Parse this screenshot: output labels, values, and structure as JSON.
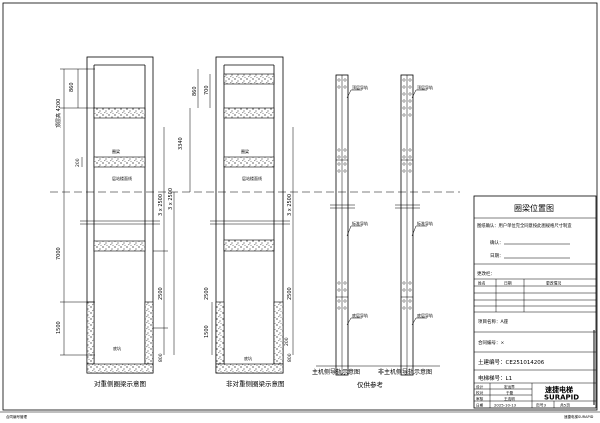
{
  "drawing": {
    "views": {
      "cw_side": {
        "caption": "对重侧圈梁示意图",
        "dim_top": "860",
        "dim_total": "顶层高 4200",
        "dim_pit": "1500",
        "dim_floor": "7000",
        "dim_bottom": "800",
        "dim_small": "200",
        "dim_beam": "2500",
        "dim_repeat": "3 x 2500",
        "beam_label": "圈梁",
        "level_label": "层站楼面线",
        "pit_label": "底坑"
      },
      "non_cw_side": {
        "caption": "非对重侧圈梁示意图",
        "dim_top": "860",
        "dim_top2": "700",
        "dim_mid": "3340",
        "dim_repeat": "3 x 2500",
        "dim_beam": "2500",
        "dim_pit": "1500",
        "dim_bottom": "800",
        "dim_small": "200",
        "beam_label": "圈梁",
        "level_label": "层站楼面线",
        "pit_label": "底坑"
      },
      "main_rail": {
        "caption": "主机侧导轨示意图",
        "top_label": "顶层导轨",
        "mid_label": "标准导轨",
        "bottom_label": "底层导轨"
      },
      "non_main_rail": {
        "caption": "非主机侧导轨示意图",
        "top_label": "顶层导轨",
        "mid_label": "标准导轨",
        "bottom_label": "底层导轨"
      },
      "note": "仅供参考"
    }
  },
  "title_block": {
    "title": "圈梁位置图",
    "confirm_text": "图纸确认：用户单位完全同意按此图规格尺寸制造",
    "confirm_label": "确认：",
    "date_label": "日期：",
    "change_label": "更改栏：",
    "change_headers": [
      "姓名",
      "日期",
      "更改情况"
    ],
    "project": "项目名称：A座",
    "contract": "合同编号：×",
    "civil_no": "土建编号：CE251014206",
    "elevator_no": "电梯梯号：L1",
    "sign_rows": [
      {
        "role": "设计",
        "name": "宏运界"
      },
      {
        "role": "校对",
        "name": "于磊"
      },
      {
        "role": "审核",
        "name": "王连明"
      },
      {
        "role": "日期",
        "name": "2025-10-13"
      }
    ],
    "page": "页号3",
    "total": "共5页",
    "logo_cn": "速捷电梯",
    "logo_en": "SURAPID"
  },
  "footer": {
    "left": "合同编号管理",
    "right": "速捷电梯SURAPID"
  }
}
